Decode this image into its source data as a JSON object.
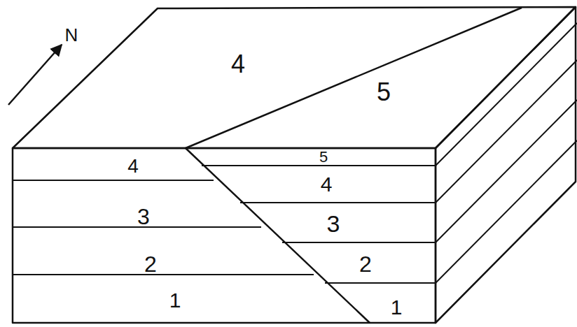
{
  "diagram": {
    "labels": [
      "N",
      "4",
      "5",
      "4",
      "5",
      "4",
      "3",
      "3",
      "2",
      "2",
      "1",
      "1"
    ]
  }
}
